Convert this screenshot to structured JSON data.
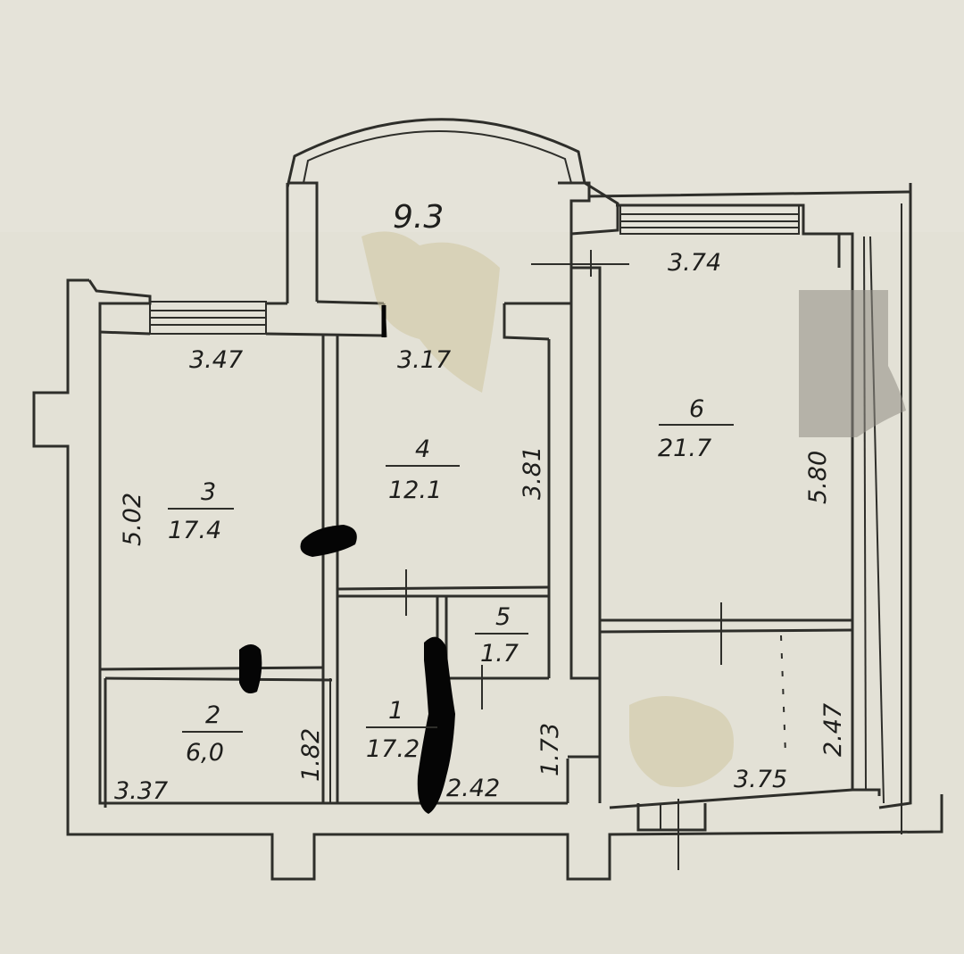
{
  "balcony": {
    "area": "9.3"
  },
  "rooms": [
    {
      "id": "1",
      "area": "17.2"
    },
    {
      "id": "2",
      "area": "6,0"
    },
    {
      "id": "3",
      "area": "17.4"
    },
    {
      "id": "4",
      "area": "12.1"
    },
    {
      "id": "5",
      "area": "1.7"
    },
    {
      "id": "6",
      "area": "21.7"
    }
  ],
  "dimensions": {
    "room3_width": "3.47",
    "room3_height": "5.02",
    "room4_width": "3.17",
    "room4_height": "3.81",
    "room6_width": "3.74",
    "room6_height": "5.80",
    "room2_width": "3.37",
    "room2_height": "1.82",
    "hall_width": "2.42",
    "hall_height": "1.73",
    "corridor_width": "3.75",
    "corridor_height": "2.47"
  },
  "colors": {
    "paper": "#e3e1d6",
    "ink": "#2e2e2a",
    "redaction": "#050505"
  }
}
